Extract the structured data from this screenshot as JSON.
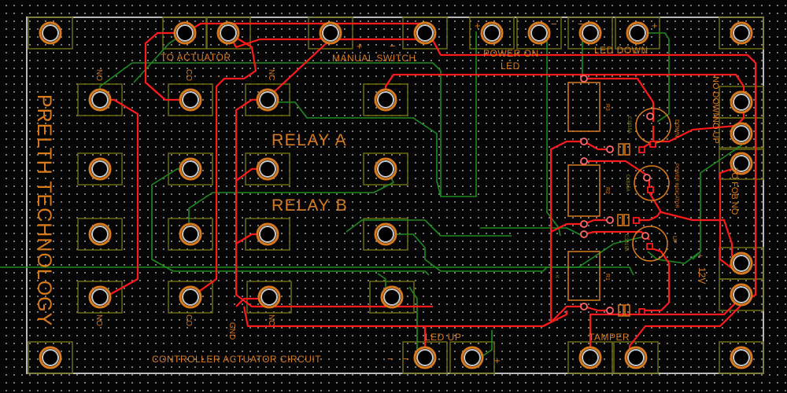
{
  "board": {
    "title": "PRELTH TECHNOLOGY",
    "footer_label": "CONTROLLER ACTUATOR CIRCUIT",
    "colors": {
      "background": "#050505",
      "outline": "#b8b8b8",
      "top_copper": "#ff1a1a",
      "bottom_copper": "#1e8c1e",
      "silkscreen": "#d97a1c",
      "pad_outline": "#6b6b14",
      "pad_ring": "#d97a1c",
      "pad_hole": "#c8c8c8"
    }
  },
  "labels": {
    "to_actuator": "TO ACTUATOR",
    "manual_switch": "MANUAL SWITCH",
    "power_on": "POWER ON",
    "led": "LED",
    "led_down": "LED DOWN",
    "led_up": "LED UP",
    "tamper": "TAMPER",
    "relay_a": "RELAY A",
    "relay_b": "RELAY B",
    "no_down": "NO DOWN",
    "no_up": "NO UP",
    "to_fob_no": "TO FOB NO",
    "v12": "12V",
    "plus": "+",
    "minus": "−",
    "pin_no": "NO",
    "pin_co": "CO",
    "pin_nc": "NC",
    "pin_gnd": "GND",
    "ref_r1": "R1",
    "ref_r2": "R2",
    "ref_r3": "R3",
    "ref_q1": "UP",
    "ref_q2": "POWER INDICATOR",
    "ref_q3": "DOWN",
    "part_transistor": "C1815A",
    "ref_k": "K"
  }
}
